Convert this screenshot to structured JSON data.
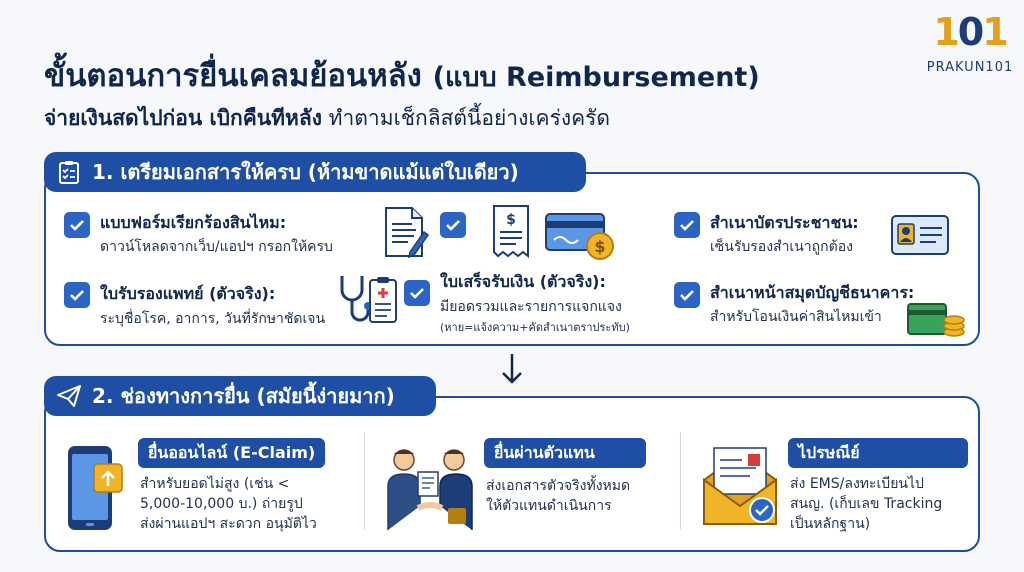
{
  "header": {
    "title": "ขั้นตอนการยื่นเคลมย้อนหลัง",
    "title_paren": "(แบบ Reimbursement)",
    "subtitle_bold": "จ่ายเงินสดไปก่อน เบิกคืนทีหลัง",
    "subtitle_rest": "ทำตามเช็กลิสต์นี้อย่างเคร่งครัด"
  },
  "logo": {
    "number_a": "1",
    "number_b": "0",
    "number_c": "1",
    "text": "PRAKUN101"
  },
  "section1": {
    "title": "1. เตรียมเอกสารให้ครบ (ห้ามขาดแม้แต่ใบเดียว)",
    "items": [
      {
        "title": "แบบฟอร์มเรียกร้องสินไหม:",
        "desc": "ดาวน์โหลดจากเว็บ/แอปฯ กรอกให้ครบ"
      },
      {
        "title": "ใบรับรองแพทย์ (ตัวจริง):",
        "desc": "ระบุชื่อโรค, อาการ, วันที่รักษาชัดเจน"
      },
      {
        "title": "ใบเสร็จรับเงิน (ตัวจริง):",
        "desc": "มียอดรวมและรายการแจกแจง",
        "note": "(หาย=แจ้งความ+คัดสำเนาตราประทับ)"
      },
      {
        "title": "สำเนาบัตรประชาชน:",
        "desc": "เซ็นรับรองสำเนาถูกต้อง"
      },
      {
        "title": "สำเนาหน้าสมุดบัญชีธนาคาร:",
        "desc": "สำหรับโอนเงินค่าสินไหมเข้า"
      }
    ]
  },
  "section2": {
    "title": "2. ช่องทางการยื่น (สมัยนี้ง่ายมาก)",
    "channels": [
      {
        "tag": "ยื่นออนไลน์ (E-Claim)",
        "lines": [
          "สำหรับยอดไม่สูง (เช่น <",
          "5,000-10,000 บ.) ถ่ายรูป",
          "ส่งผ่านแอปฯ สะดวก อนุมัติไว"
        ]
      },
      {
        "tag": "ยื่นผ่านตัวแทน",
        "lines": [
          "ส่งเอกสารตัวจริงทั้งหมด",
          "ให้ตัวแทนดำเนินการ"
        ]
      },
      {
        "tag": "ไปรษณีย์",
        "lines": [
          "ส่ง EMS/ลงทะเบียนไป",
          "สนญ. (เก็บเลข Tracking",
          "เป็นหลักฐาน)"
        ]
      }
    ]
  },
  "colors": {
    "primary": "#1f4fa5",
    "navy": "#10274d",
    "accent": "#e3a21a",
    "check": "#2b64c4"
  }
}
